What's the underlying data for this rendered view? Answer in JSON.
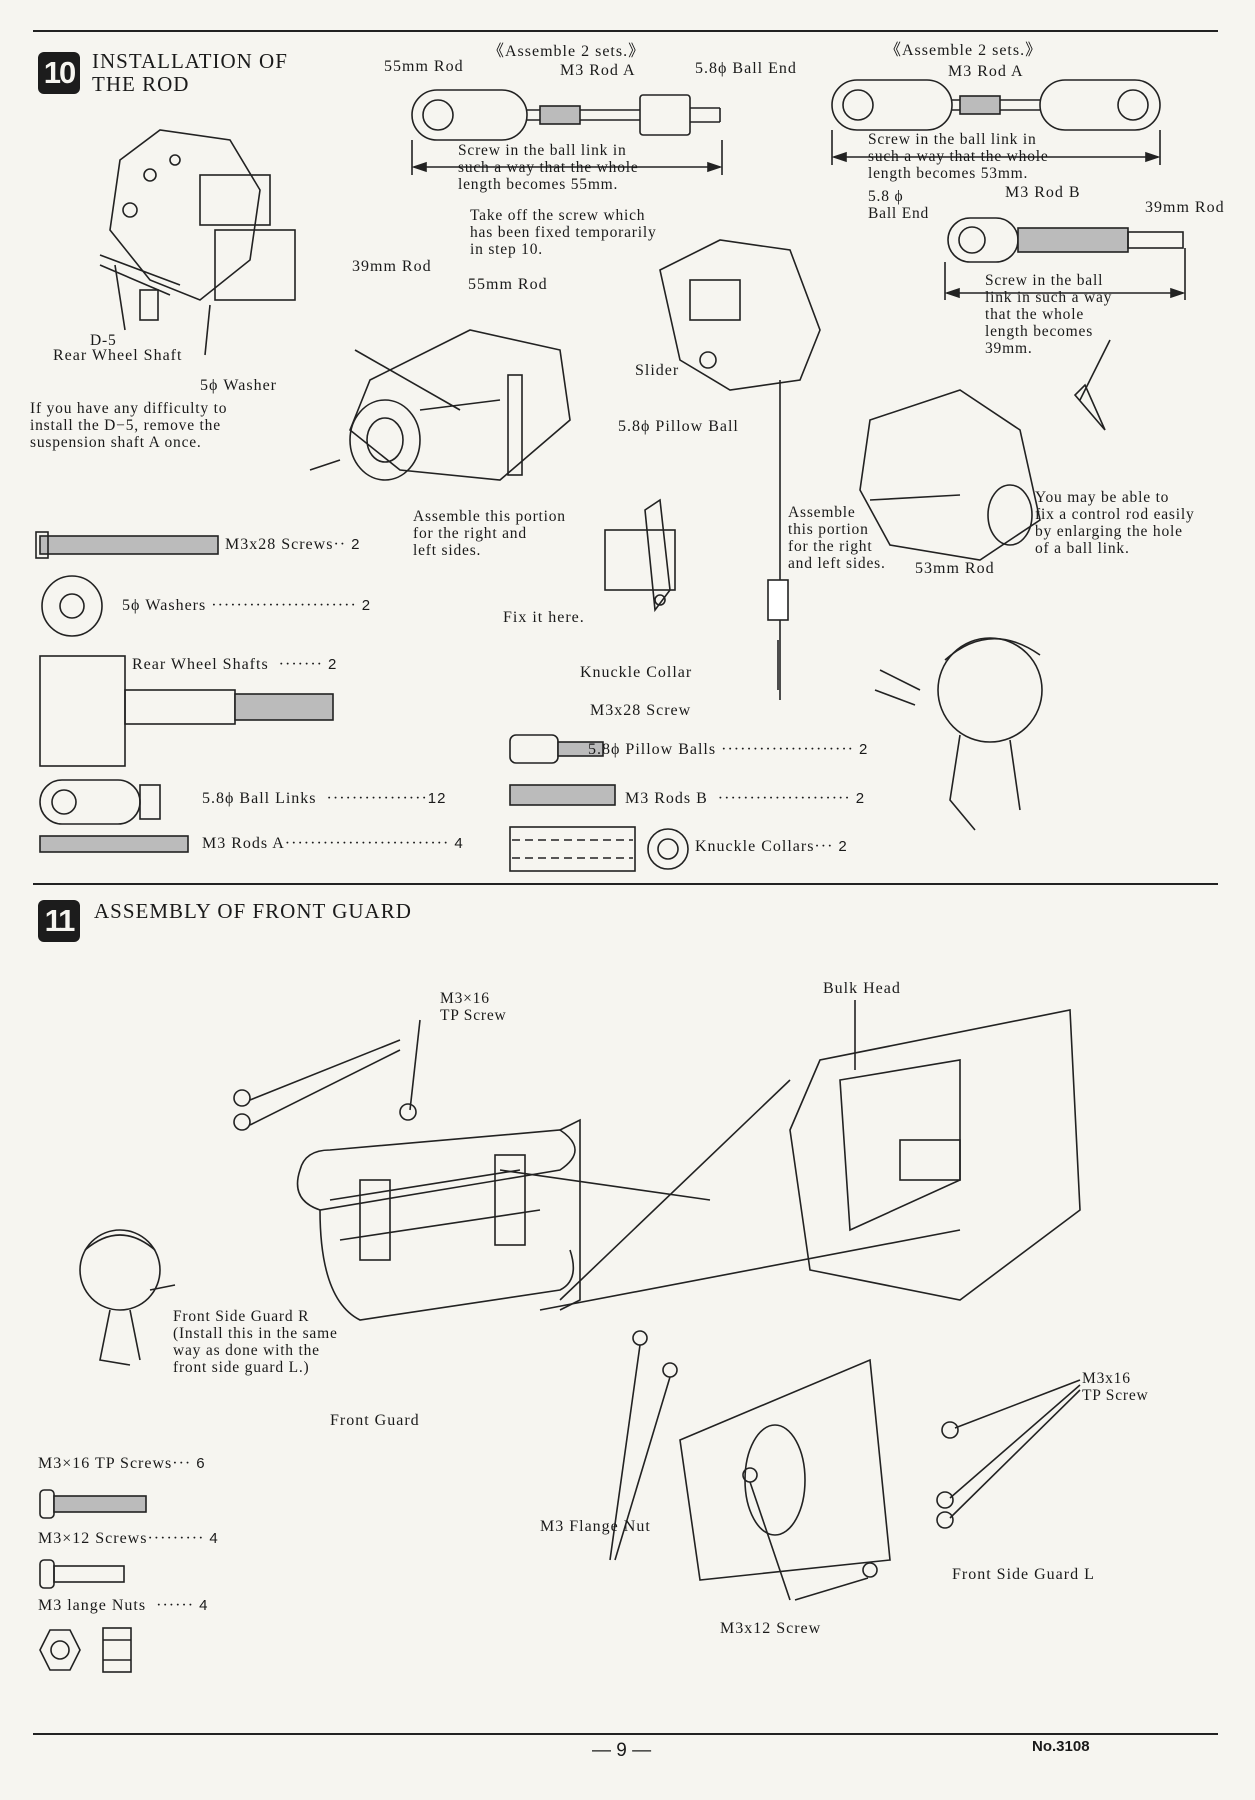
{
  "step10": {
    "number": "10",
    "title_line1": "INSTALLATION OF",
    "title_line2": "THE ROD",
    "assemble_left": "《Assemble 2 sets.》",
    "assemble_right": "《Assemble 2 sets.》",
    "rod55_label": "55mm Rod",
    "m3_rod_a_left": "M3 Rod A",
    "ball_end_left": "5.8ϕ Ball End",
    "m3_rod_a_right": "M3 Rod A",
    "screw_note_55": "Screw in the ball link in\nsuch a way that the whole\nlength becomes 55mm.",
    "screw_note_53": "Screw in the ball link in\nsuch a way that the whole\nlength becomes 53mm.",
    "ball_end_right": "5.8 ϕ\nBall End",
    "m3_rod_b": "M3 Rod B",
    "rod39_right": "39mm Rod",
    "screw_note_39": "Screw in the ball\nlink in such a way\nthat the whole\nlength becomes\n39mm.",
    "take_off_note": "Take off the screw which\nhas been fixed temporarily\nin step 10.",
    "rod39_mid": "39mm Rod",
    "rod55_mid": "55mm Rod",
    "slider": "Slider",
    "pillow_ball": "5.8ϕ Pillow Ball",
    "d5": "D-5",
    "rear_wheel_shaft": "Rear Wheel Shaft",
    "washer": "5ϕ Washer",
    "difficulty_note": "If you have any difficulty to\ninstall the D−5, remove the\nsuspension shaft A once.",
    "assemble_portion_mid": "Assemble this portion\nfor the right and\nleft sides.",
    "assemble_portion_right": "Assemble\nthis portion\nfor the right\nand left sides.",
    "rod53": "53mm Rod",
    "enlarge_note": "You may be able to\nfix a control rod easily\nby enlarging the hole\nof a ball link.",
    "fix_here": "Fix it here.",
    "knuckle_collar": "Knuckle Collar",
    "m3x28_screw": "M3x28 Screw",
    "parts": [
      {
        "name": "M3x28 Screws",
        "dots": "··",
        "qty": "2"
      },
      {
        "name": "5ϕ Washers",
        "dots": "·······················",
        "qty": "2"
      },
      {
        "name": "Rear Wheel Shafts",
        "dots": "·······",
        "qty": "2"
      },
      {
        "name": "5.8ϕ Ball Links",
        "dots": "················",
        "qty": "12"
      },
      {
        "name": "M3 Rods A",
        "dots": "··························",
        "qty": "4"
      },
      {
        "name": "5.8ϕ Pillow Balls",
        "dots": "·····················",
        "qty": "2"
      },
      {
        "name": "M3 Rods B",
        "dots": "·····················",
        "qty": "2"
      },
      {
        "name": "Knuckle Collars",
        "dots": "···",
        "qty": "2"
      }
    ]
  },
  "step11": {
    "number": "11",
    "title": "ASSEMBLY OF FRONT GUARD",
    "m3x16_tp_top": "M3×16\nTP Screw",
    "bulk_head": "Bulk Head",
    "front_side_guard_r": "Front Side Guard R\n(Install this in the same\nway as done with the\nfront side guard L.)",
    "front_guard": "Front Guard",
    "m3x16_tp_right": "M3x16\nTP Screw",
    "m3_flange_nut": "M3 Flange Nut",
    "front_side_guard_l": "Front Side Guard L",
    "m3x12_screw": "M3x12 Screw",
    "parts": [
      {
        "name": "M3×16 TP Screws",
        "dots": "···",
        "qty": "6"
      },
      {
        "name": "M3×12 Screws",
        "dots": "·········",
        "qty": "4"
      },
      {
        "name": "M3 lange Nuts",
        "dots": "······",
        "qty": "4"
      }
    ]
  },
  "footer": {
    "page": "— 9 —",
    "doc_no": "No.3108"
  }
}
